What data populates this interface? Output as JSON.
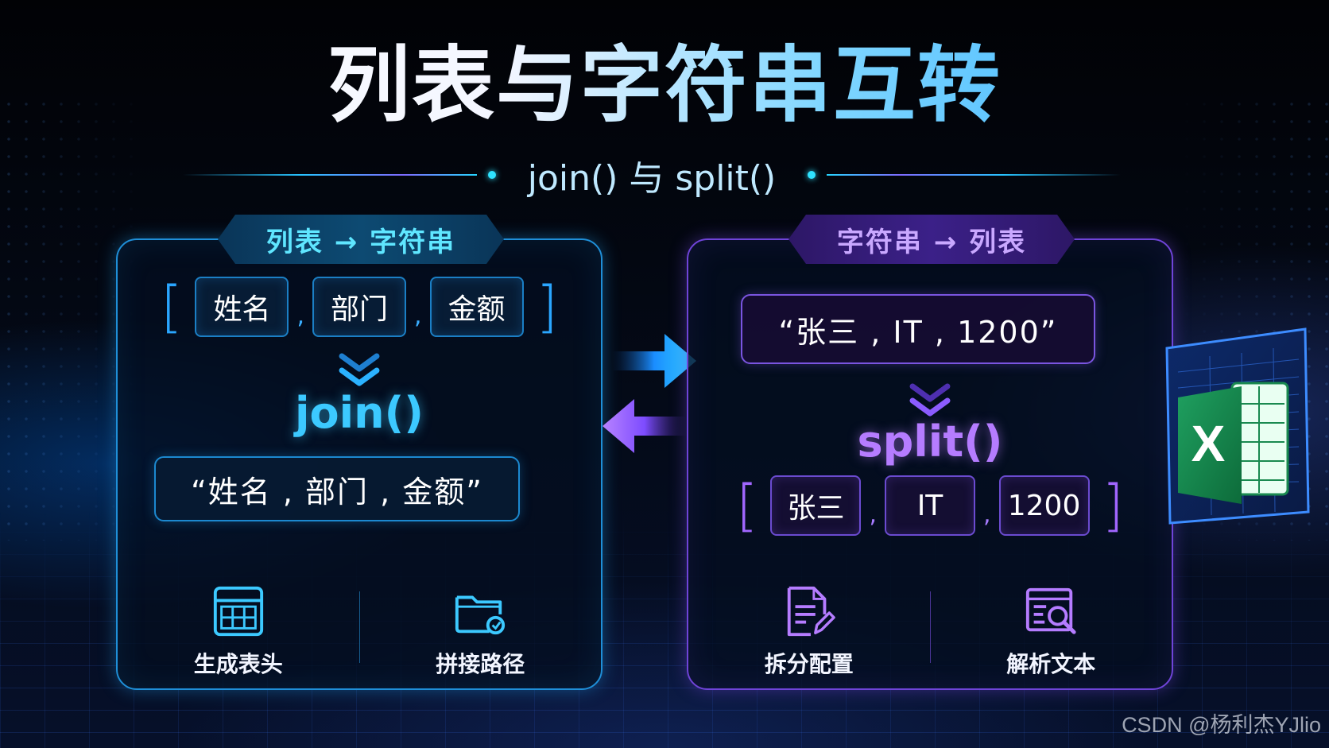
{
  "title": "列表与字符串互转",
  "subtitle": "join() 与 split()",
  "left_panel": {
    "badge": "列表 → 字符串",
    "bracket_open": "[",
    "bracket_close": "]",
    "items": [
      "姓名",
      "部门",
      "金额"
    ],
    "separator": ",",
    "function": "join()",
    "result": "“姓名 , 部门 , 金额”",
    "uses": [
      {
        "label": "生成表头",
        "icon": "table-icon"
      },
      {
        "label": "拼接路径",
        "icon": "folder-link-icon"
      }
    ]
  },
  "right_panel": {
    "badge": "字符串 → 列表",
    "source": "“张三 , IT , 1200”",
    "function": "split()",
    "bracket_open": "[",
    "bracket_close": "]",
    "items": [
      "张三",
      "IT",
      "1200"
    ],
    "separator": ",",
    "uses": [
      {
        "label": "拆分配置",
        "icon": "document-edit-icon"
      },
      {
        "label": "解析文本",
        "icon": "document-search-icon"
      }
    ]
  },
  "decor": {
    "excel_icon": "excel-icon",
    "excel_letter": "X"
  },
  "colors": {
    "cyan_accent": "#3cc9ff",
    "purple_accent": "#b57cff"
  },
  "watermark": "CSDN @杨利杰YJlio"
}
